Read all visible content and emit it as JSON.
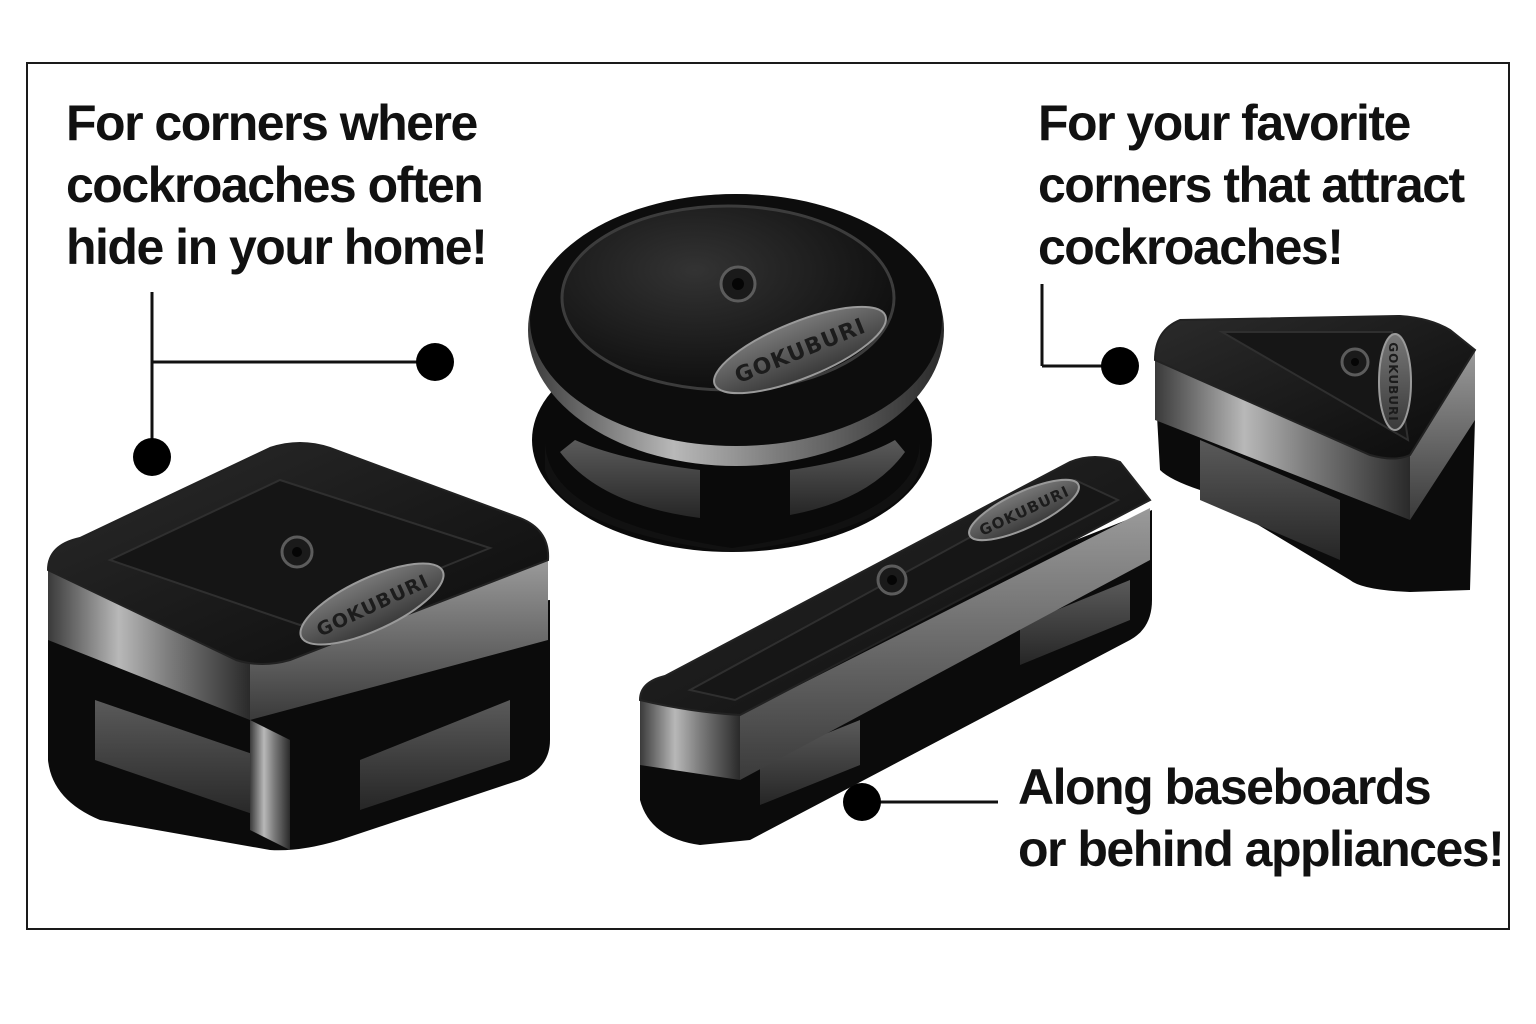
{
  "captions": {
    "left": [
      "For corners where",
      "cockroaches often",
      "hide in your home!"
    ],
    "right": [
      "For your favorite",
      "corners that attract",
      "cockroaches!"
    ],
    "bottom": [
      "Along baseboards",
      "or behind appliances!"
    ]
  },
  "colors": {
    "frame": "#1a1a1a",
    "text": "#111111",
    "device_body": "#0d0d0d",
    "device_trim": "#8a8a8a"
  }
}
